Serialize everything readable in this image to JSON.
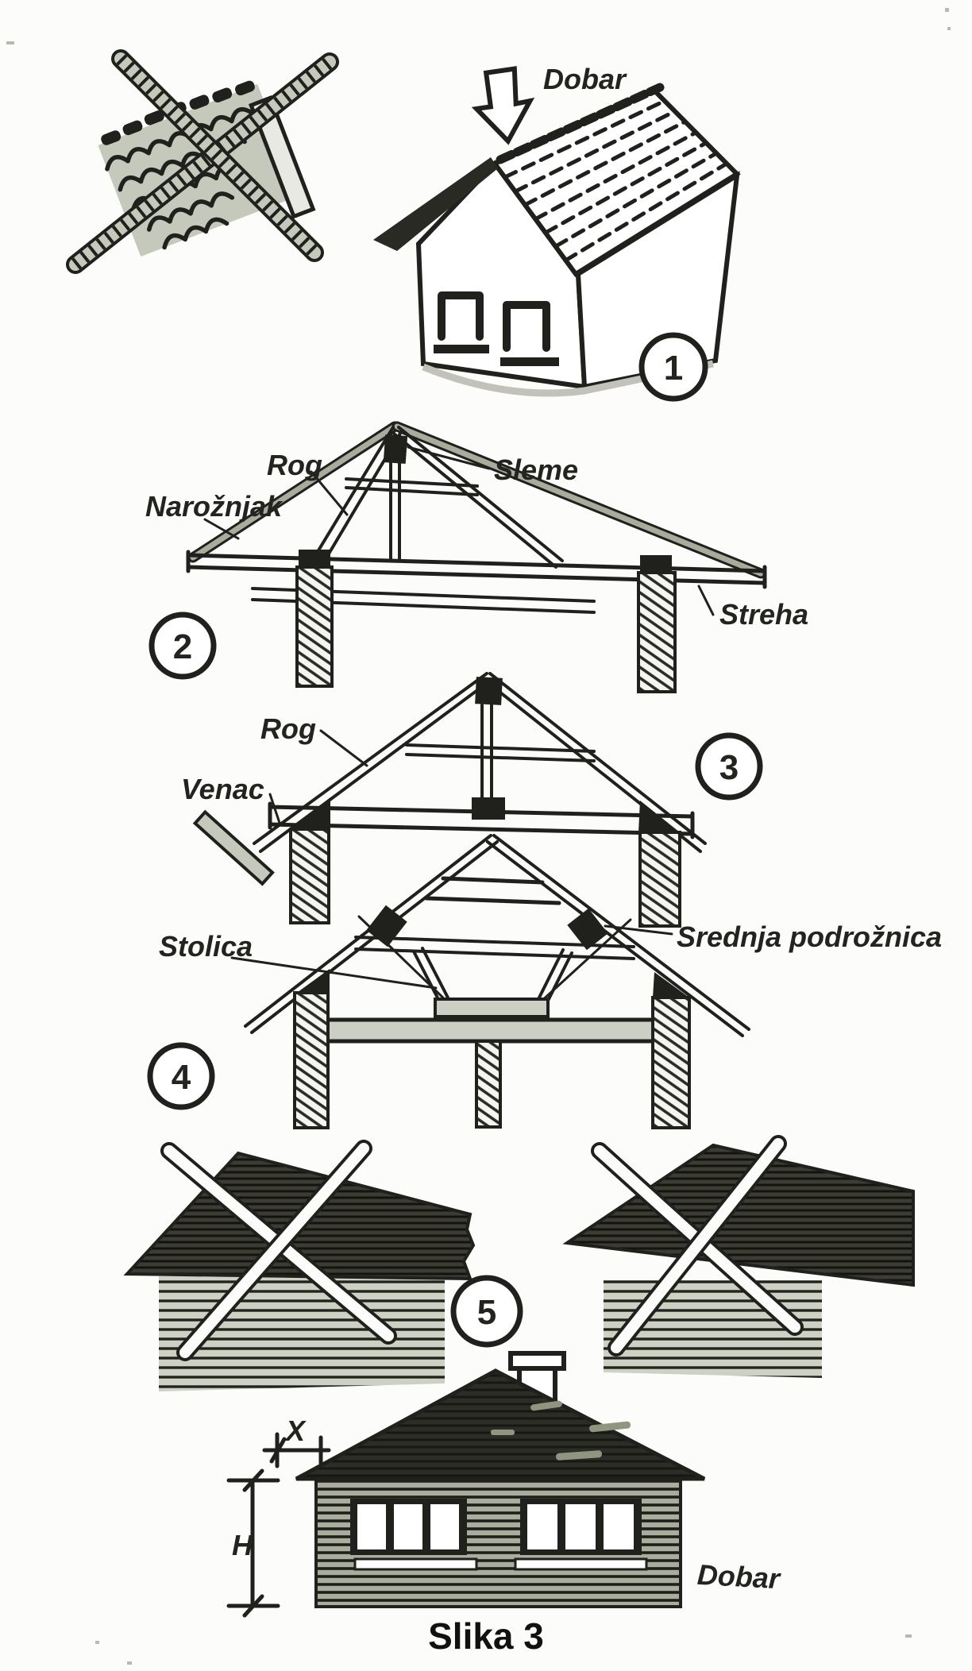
{
  "figure": {
    "caption": "Slika 3"
  },
  "colors": {
    "ink": "#20201d",
    "paper": "#fcfcfa",
    "tile_grey": "#c5c9bc",
    "log_wall_grey": "#aeb2a4",
    "dark_roof": "#2e2e28"
  },
  "panels": {
    "p1": {
      "number": "1",
      "label_good": "Dobar"
    },
    "p2": {
      "number": "2",
      "label_rog": "Rog",
      "label_sleme": "Sleme",
      "label_naroznjak": "Narožnjak",
      "label_streha": "Streha"
    },
    "p3": {
      "number": "3",
      "label_rog": "Rog",
      "label_venac": "Venac"
    },
    "p4": {
      "number": "4",
      "label_stolica": "Stolica",
      "label_srednja": "Srednja podrožnica"
    },
    "p5": {
      "number": "5"
    },
    "p6": {
      "label_good": "Dobar",
      "dim_x": "X",
      "dim_h": "H"
    }
  }
}
